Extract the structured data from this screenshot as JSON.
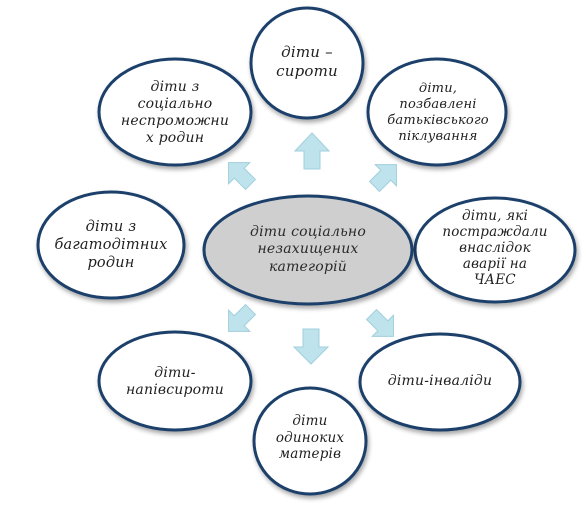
{
  "diagram": {
    "center": {
      "text": "діти соціально\nнезахищених\nкатегорій"
    },
    "nodes": [
      {
        "id": "orphans",
        "text": "діти –\nсироти"
      },
      {
        "id": "no-parental-care",
        "text": "діти,\nпозбавлені\nбатьківського\nпіклування"
      },
      {
        "id": "chernobyl",
        "text": "діти, які\nпостраждали\nвнаслідок\nаварії на\nЧАЕС"
      },
      {
        "id": "disabled",
        "text": "діти-інваліди"
      },
      {
        "id": "single-mothers",
        "text": "діти\nодиноких\nматерів"
      },
      {
        "id": "half-orphans",
        "text": "діти-\nнапівсироти"
      },
      {
        "id": "large-families",
        "text": "діти з\nбагатодітних\nродин"
      },
      {
        "id": "low-income",
        "text": "діти з\nсоціально\nнеспроможни\nх родин"
      }
    ],
    "colors": {
      "outer_fill": "#ffffff",
      "outer_stroke": "#1a3f6b",
      "center_fill": "#cfcfcf",
      "center_stroke": "#1a3f6b",
      "arrow_fill": "#bfe3ec",
      "arrow_stroke": "#9fcfdc"
    }
  }
}
